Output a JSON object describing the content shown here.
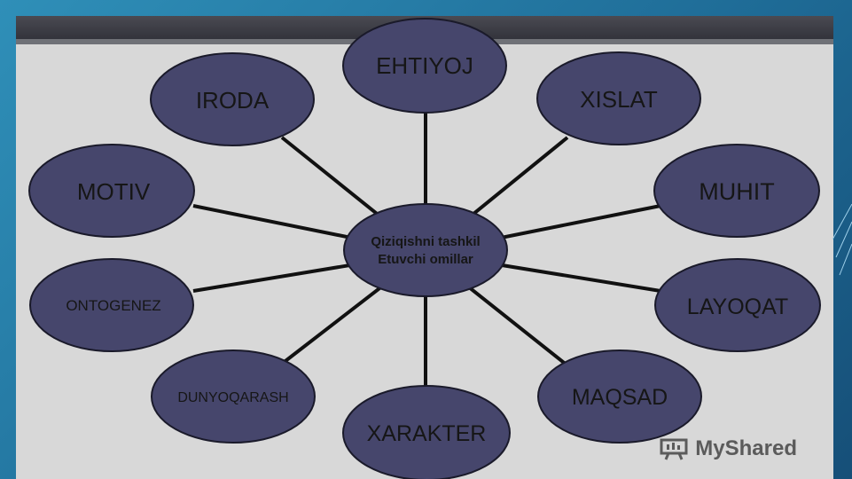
{
  "diagram": {
    "center_label": [
      "Qiziqishni tashkil",
      "Etuvchi omillar"
    ],
    "nodes": [
      {
        "id": "ehtiyoj",
        "label": "EHTIYOJ"
      },
      {
        "id": "xislat",
        "label": "XISLAT"
      },
      {
        "id": "muhit",
        "label": "MUHIT"
      },
      {
        "id": "layoqat",
        "label": "LAYOQAT"
      },
      {
        "id": "maqsad",
        "label": "MAQSAD"
      },
      {
        "id": "xarakter",
        "label": "XARAKTER"
      },
      {
        "id": "dunyoqarash",
        "label": "DUNYOQARASH"
      },
      {
        "id": "ontogenez",
        "label": "ONTOGENEZ"
      },
      {
        "id": "motiv",
        "label": "MOTIV"
      },
      {
        "id": "iroda",
        "label": "IRODA"
      }
    ]
  },
  "watermark": {
    "text": "MyShared",
    "icon": "presentation-board-icon"
  },
  "colors": {
    "node_fill": "#46466c",
    "node_stroke": "#1a1a2a",
    "slide_bg": "#d8d8d8",
    "frame_bg": "#1f6d98"
  }
}
